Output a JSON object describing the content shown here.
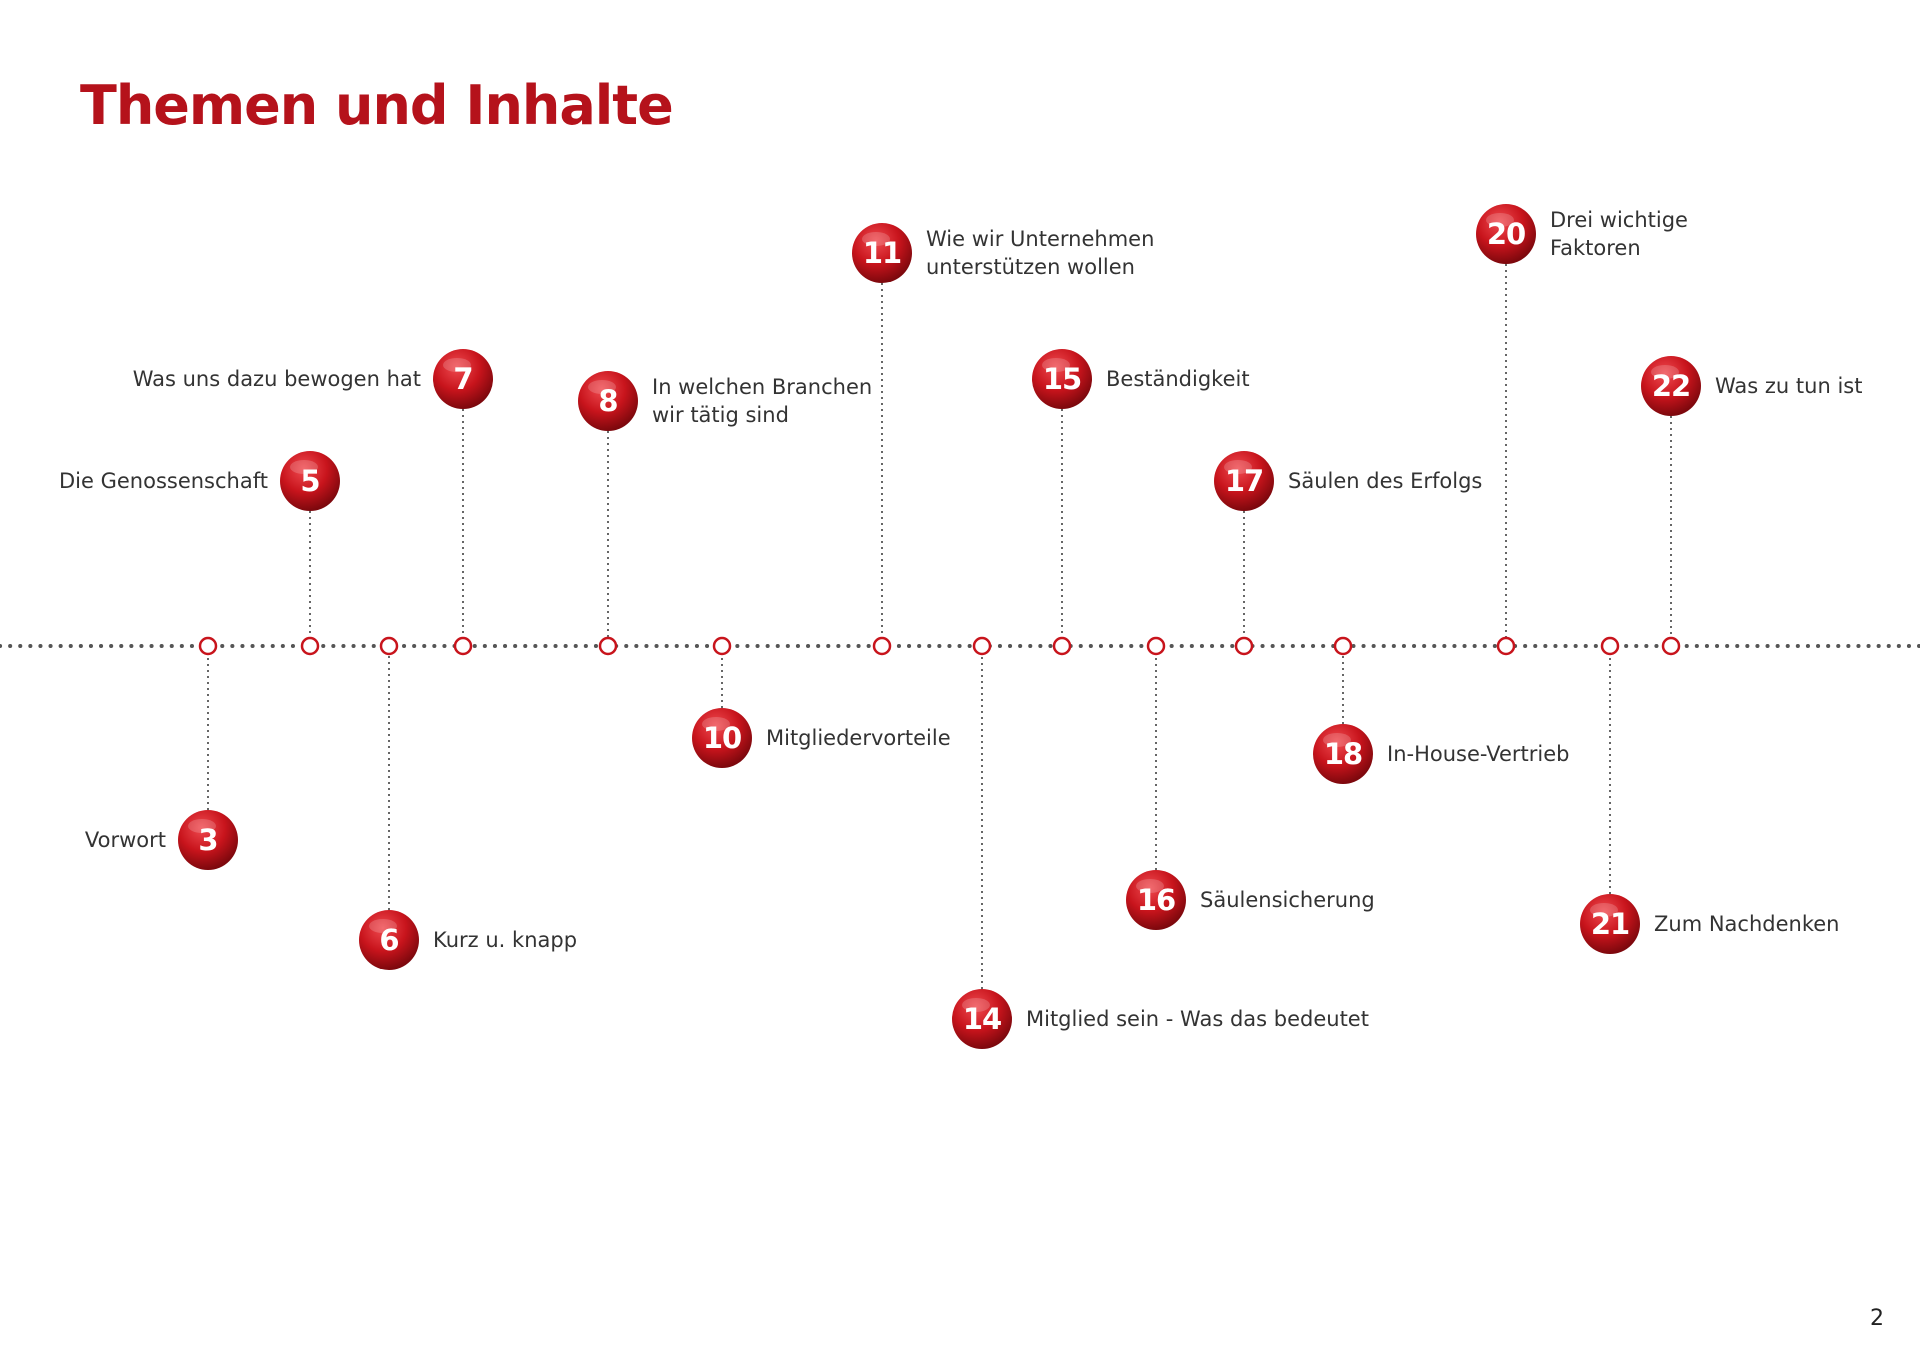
{
  "title": "Themen und Inhalte",
  "page_number": "2",
  "colors": {
    "accent": "#b5121b",
    "ball_light": "#e8323a",
    "ball_dark": "#8a0a10",
    "line": "#555555",
    "text": "#333333"
  },
  "entries": [
    {
      "num": "3",
      "lines": [
        "Vorwort"
      ]
    },
    {
      "num": "5",
      "lines": [
        "Die Genossenschaft"
      ]
    },
    {
      "num": "6",
      "lines": [
        "Kurz u. knapp"
      ]
    },
    {
      "num": "7",
      "lines": [
        "Was uns dazu bewogen hat"
      ]
    },
    {
      "num": "8",
      "lines": [
        "In welchen Branchen",
        "wir tätig sind"
      ]
    },
    {
      "num": "10",
      "lines": [
        "Mitgliedervorteile"
      ]
    },
    {
      "num": "11",
      "lines": [
        "Wie wir Unternehmen",
        "unterstützen wollen"
      ]
    },
    {
      "num": "14",
      "lines": [
        "Mitglied sein - Was das bedeutet"
      ]
    },
    {
      "num": "15",
      "lines": [
        "Beständigkeit"
      ]
    },
    {
      "num": "16",
      "lines": [
        "Säulensicherung"
      ]
    },
    {
      "num": "17",
      "lines": [
        "Säulen des Erfolgs"
      ]
    },
    {
      "num": "18",
      "lines": [
        "In-House-Vertrieb"
      ]
    },
    {
      "num": "20",
      "lines": [
        "Drei wichtige",
        "Faktoren"
      ]
    },
    {
      "num": "21",
      "lines": [
        "Zum Nachdenken"
      ]
    },
    {
      "num": "22",
      "lines": [
        "Was zu tun ist"
      ]
    }
  ]
}
